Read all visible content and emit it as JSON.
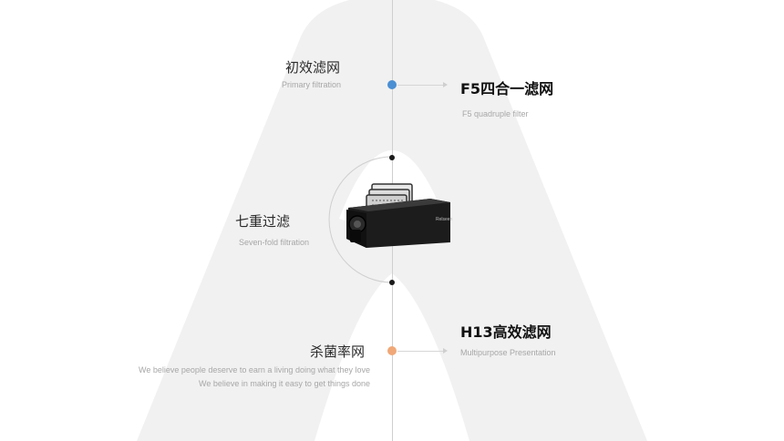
{
  "features": {
    "primary": {
      "title": "初效滤网",
      "subtitle": "Primary filtration"
    },
    "f5": {
      "title": "F5四合一滤网",
      "subtitle": "F5 quadruple filter"
    },
    "seven": {
      "title": "七重过滤",
      "subtitle": "Seven-fold filtration"
    },
    "h13": {
      "title": "H13高效滤网",
      "subtitle": "Multipurpose Presentation"
    },
    "sterilize": {
      "title": "杀菌率网",
      "line1": "We believe people deserve to earn a living doing what they love",
      "line2": "We believe in making it easy to get things done"
    }
  },
  "colors": {
    "blue_dot": "#4a8fd4",
    "orange_dot": "#f0a878",
    "black_dot": "#1a1a1a",
    "background_letter": "#f1f1f1"
  },
  "device_label": "Relseen"
}
